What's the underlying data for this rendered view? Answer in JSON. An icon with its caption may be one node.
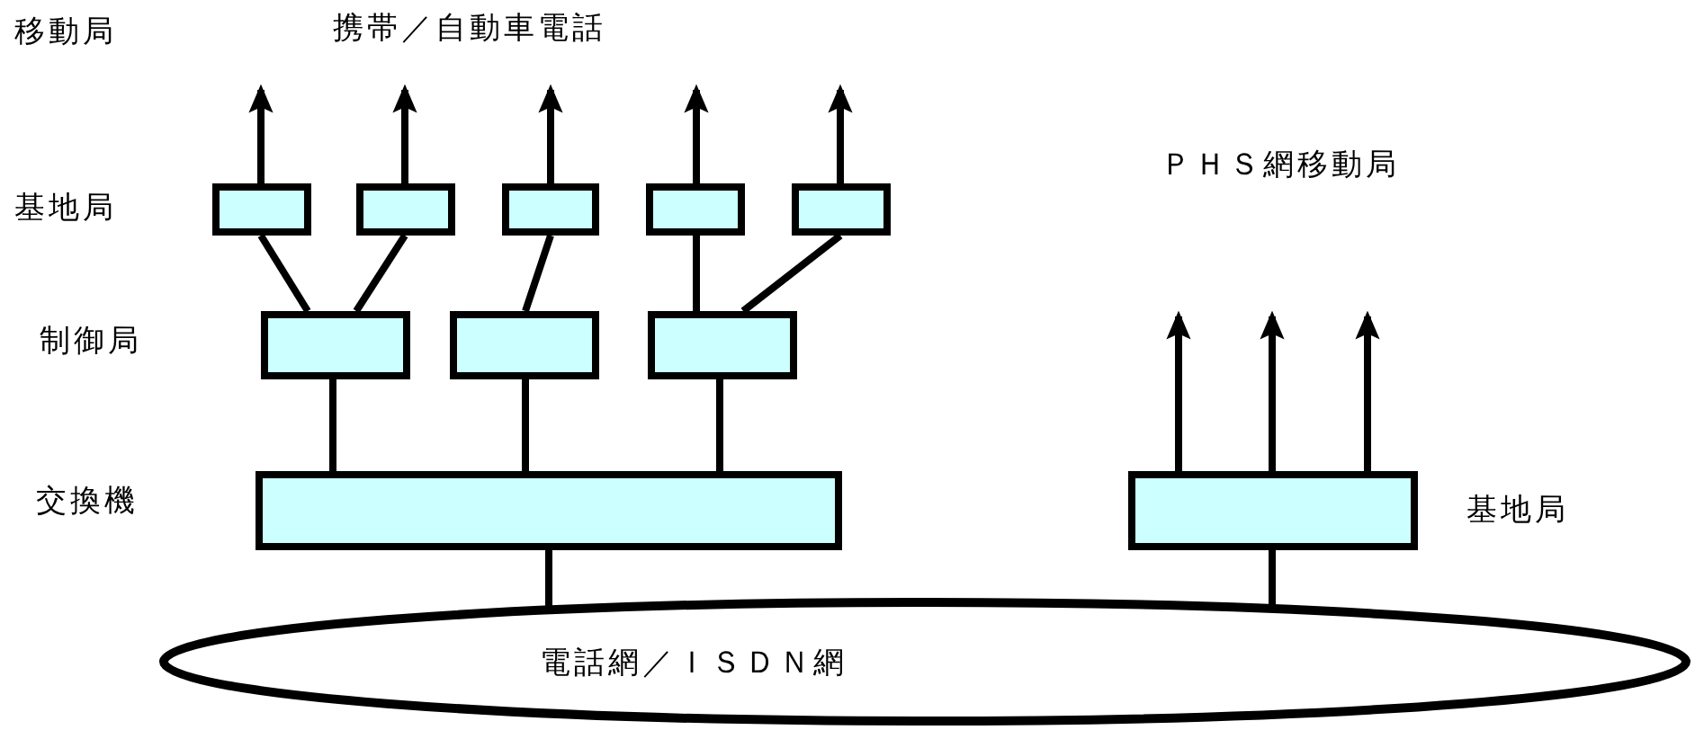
{
  "diagram": {
    "nodes": [
      {
        "text": [],
        "shape": "box"
      },
      {
        "text": [],
        "shape": "box"
      },
      {
        "text": [],
        "shape": "box"
      },
      {
        "text": [],
        "shape": "box"
      },
      {
        "text": [],
        "shape": "box"
      },
      {
        "text": [],
        "shape": "box"
      },
      {
        "text": [],
        "shape": "box"
      },
      {
        "text": [],
        "shape": "box"
      },
      {
        "text": [],
        "shape": "box"
      },
      {
        "text": [],
        "shape": "box"
      },
      {
        "text": [
          "電話網／ＩＳＤＮ網"
        ]
      }
    ],
    "edges": [
      {
        "from": 0,
        "to": null,
        "arrow": "to"
      },
      {
        "from": 1,
        "to": null,
        "arrow": "to"
      },
      {
        "from": 2,
        "to": null,
        "arrow": "to"
      },
      {
        "from": 3,
        "to": null,
        "arrow": "to"
      },
      {
        "from": 4,
        "to": null,
        "arrow": "to"
      },
      {
        "from": 5,
        "to": 0,
        "arrow": "none"
      },
      {
        "from": 5,
        "to": 1,
        "arrow": "none"
      },
      {
        "from": 6,
        "to": 2,
        "arrow": "none"
      },
      {
        "from": 7,
        "to": 3,
        "arrow": "none"
      },
      {
        "from": 7,
        "to": 4,
        "arrow": "none"
      },
      {
        "from": 8,
        "to": 5,
        "arrow": "none"
      },
      {
        "from": 8,
        "to": 6,
        "arrow": "none"
      },
      {
        "from": 8,
        "to": 7,
        "arrow": "none"
      },
      {
        "from": 10,
        "to": 8,
        "arrow": "none"
      },
      {
        "from": 9,
        "to": null,
        "arrow": "to"
      },
      {
        "from": 9,
        "to": null,
        "arrow": "to"
      },
      {
        "from": 9,
        "to": null,
        "arrow": "to"
      },
      {
        "from": 10,
        "to": 9,
        "arrow": "none"
      }
    ],
    "labels": [
      "移動局",
      "携帯／自動車電話",
      "基地局",
      "制御局",
      "交換機",
      "ＰＨＳ網移動局",
      "基地局"
    ]
  }
}
